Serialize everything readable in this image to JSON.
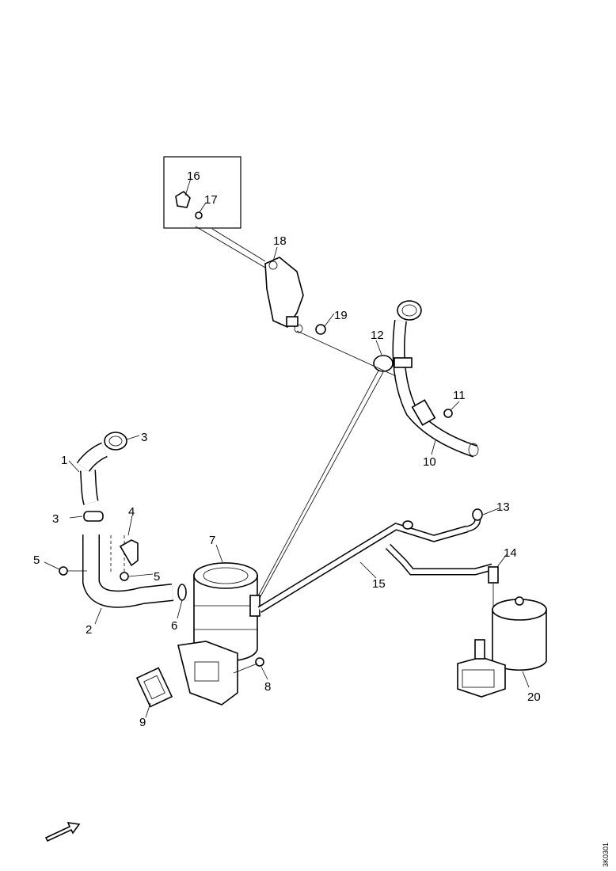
{
  "callouts": {
    "c1": "1",
    "c2": "2",
    "c3": "3",
    "c3b": "3",
    "c4": "4",
    "c5a": "5",
    "c5b": "5",
    "c6": "6",
    "c7": "7",
    "c8": "8",
    "c9": "9",
    "c10": "10",
    "c11": "11",
    "c12": "12",
    "c13": "13",
    "c14": "14",
    "c15": "15",
    "c16": "16",
    "c17": "17",
    "c18": "18",
    "c19": "19",
    "c20": "20"
  },
  "reference_code": "3K0301"
}
